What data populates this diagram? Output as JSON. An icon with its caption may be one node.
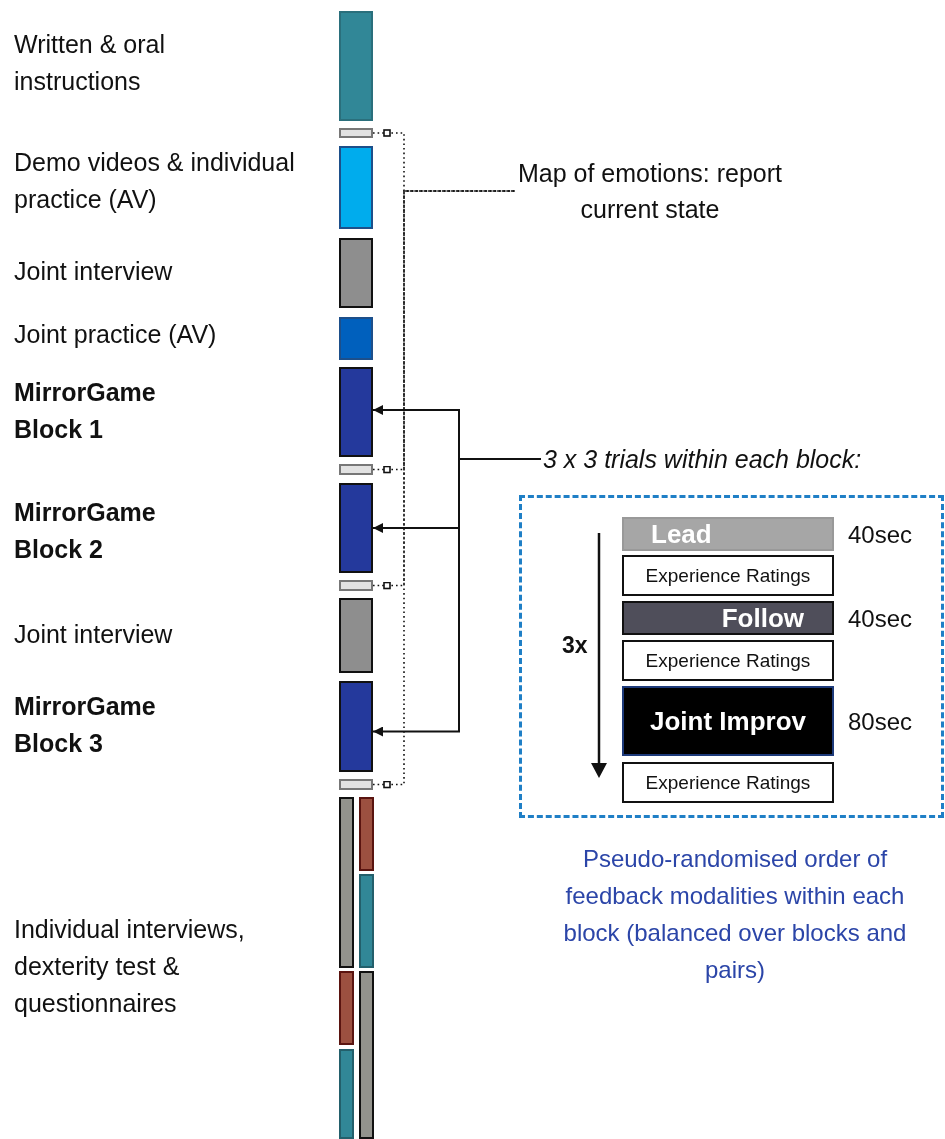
{
  "diagram": {
    "nodes": [
      {
        "text": [],
        "shape": "bar"
      },
      {
        "text": [],
        "shape": "bar"
      },
      {
        "text": [],
        "shape": "bar"
      },
      {
        "text": [],
        "shape": "bar"
      },
      {
        "text": [],
        "shape": "bar"
      },
      {
        "text": [],
        "shape": "bar"
      },
      {
        "text": [],
        "shape": "bar"
      },
      {
        "text": [],
        "shape": "bar"
      },
      {
        "text": [],
        "shape": "bar"
      },
      {
        "text": [],
        "shape": "bar"
      },
      {
        "text": [],
        "shape": "bar"
      },
      {
        "text": [],
        "shape": "bar"
      },
      {
        "text": [],
        "shape": "bar"
      },
      {
        "text": [],
        "shape": "bar"
      },
      {
        "text": [],
        "shape": "bar"
      },
      {
        "text": [],
        "shape": "bar"
      },
      {
        "text": [],
        "shape": "bar"
      },
      {
        "text": [],
        "shape": "bar"
      },
      {
        "text": [
          "Map of emotions: report current state"
        ]
      },
      {
        "text": [
          "3 x 3 trials within each block:"
        ]
      },
      {
        "text": [],
        "shape": "box"
      },
      {
        "text": [
          "Lead"
        ],
        "in": 20,
        "beside": [
          "40sec"
        ]
      },
      {
        "text": [
          "Experience Ratings"
        ],
        "in": 20
      },
      {
        "text": [
          "Follow"
        ],
        "in": 20,
        "beside": [
          "40sec"
        ]
      },
      {
        "text": [
          "Experience Ratings"
        ],
        "in": 20
      },
      {
        "text": [
          "Joint Improv"
        ],
        "in": 20,
        "beside": [
          "80sec"
        ]
      },
      {
        "text": [
          "Experience Ratings"
        ],
        "in": 20
      }
    ],
    "edges": [
      {
        "from": 1,
        "to": 18,
        "arrow": "other",
        "style": "dashed"
      },
      {
        "from": 6,
        "to": 18,
        "arrow": "other",
        "style": "dashed"
      },
      {
        "from": 8,
        "to": 18,
        "arrow": "other",
        "style": "dashed"
      },
      {
        "from": 11,
        "to": 18,
        "arrow": "other",
        "style": "dashed"
      },
      {
        "from": 19,
        "to": 5,
        "arrow": "to"
      },
      {
        "from": 19,
        "to": 7,
        "arrow": "to"
      },
      {
        "from": 19,
        "to": 10,
        "arrow": "to"
      }
    ],
    "labels": [
      "Written & oral instructions",
      "Demo videos & individual practice (AV)",
      "Joint interview",
      "Joint practice (AV)",
      "MirrorGame Block 1",
      "MirrorGame Block 2",
      "Joint interview",
      "MirrorGame Block 3",
      "3x",
      "Individual interviews, dexterity test & questionnaires",
      "Pseudo-randomised order of feedback modalities within each block (balanced over blocks and pairs)"
    ]
  }
}
